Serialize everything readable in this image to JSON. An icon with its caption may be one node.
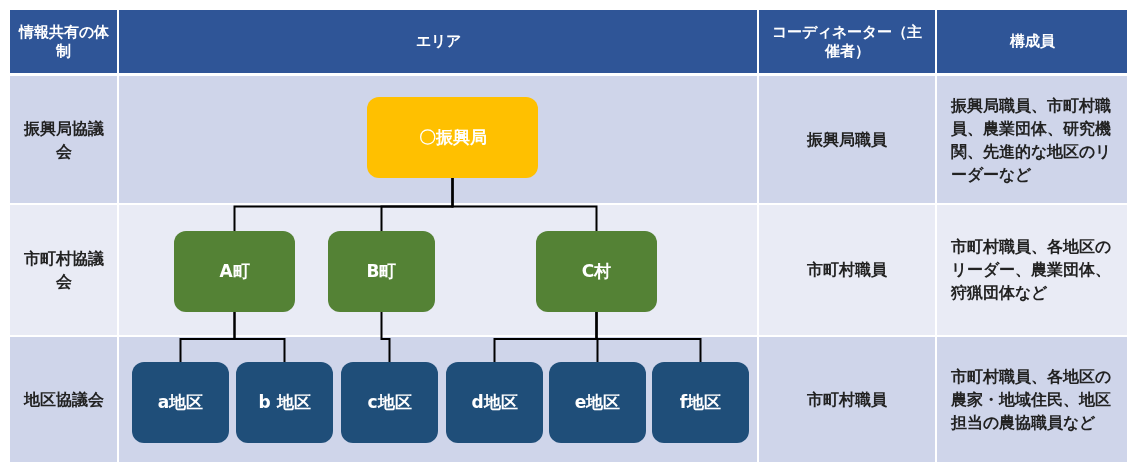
{
  "diagram": {
    "nodes": [
      {
        "text": [
          "〇振興局"
        ]
      },
      {
        "text": [
          "A町"
        ]
      },
      {
        "text": [
          "B町"
        ]
      },
      {
        "text": [
          "C村"
        ]
      },
      {
        "text": [
          "a地区"
        ]
      },
      {
        "text": [
          "b 地区"
        ]
      },
      {
        "text": [
          "c地区"
        ]
      },
      {
        "text": [
          "d地区"
        ]
      },
      {
        "text": [
          "e地区"
        ]
      },
      {
        "text": [
          "f地区"
        ]
      }
    ],
    "edges": [
      {
        "from": 0,
        "to": 1,
        "arrow": "none"
      },
      {
        "from": 0,
        "to": 2,
        "arrow": "none"
      },
      {
        "from": 0,
        "to": 3,
        "arrow": "none"
      },
      {
        "from": 1,
        "to": 4,
        "arrow": "none"
      },
      {
        "from": 1,
        "to": 5,
        "arrow": "none"
      },
      {
        "from": 2,
        "to": 6,
        "arrow": "none"
      },
      {
        "from": 3,
        "to": 7,
        "arrow": "none"
      },
      {
        "from": 3,
        "to": 8,
        "arrow": "none"
      },
      {
        "from": 3,
        "to": 9,
        "arrow": "none"
      }
    ],
    "labels": [
      "情報共有の体制",
      "エリア",
      "コーディネーター（主催者）",
      "構成員",
      "振興局協議会",
      "振興局職員",
      "振興局職員、市町村職員、農業団体、研究機関、先進的な地区のリーダーなど",
      "市町村協議会",
      "市町村職員",
      "市町村職員、各地区のリーダー、農業団体、狩猟団体など",
      "地区協議会",
      "市町村職員",
      "市町村職員、各地区の農家・地域住民、地区担当の農協職員など"
    ]
  }
}
